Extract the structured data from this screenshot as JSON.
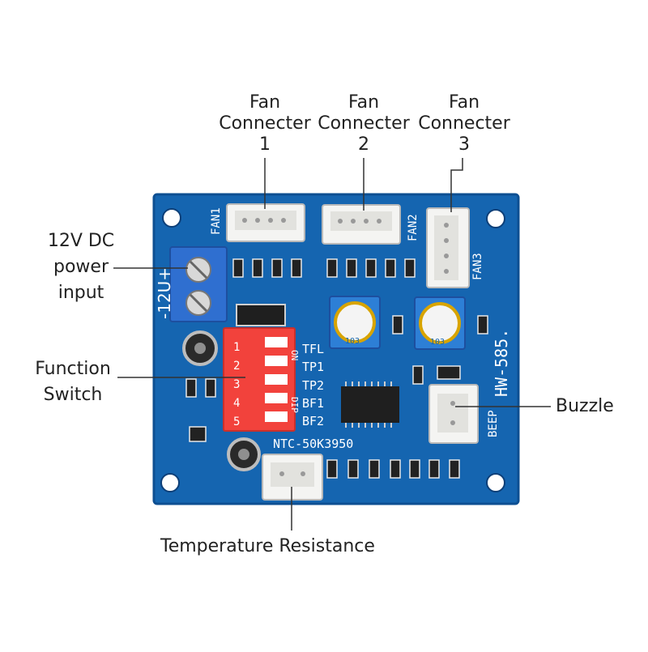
{
  "callouts": {
    "fan1": {
      "line1": "Fan",
      "line2": "Connecter",
      "line3": "1"
    },
    "fan2": {
      "line1": "Fan",
      "line2": "Connecter",
      "line3": "2"
    },
    "fan3": {
      "line1": "Fan",
      "line2": "Connecter",
      "line3": "3"
    },
    "power": {
      "line1": "12V DC",
      "line2": "power",
      "line3": "input"
    },
    "function_switch": {
      "line1": "Function",
      "line2": "Switch"
    },
    "buzzle": "Buzzle",
    "temperature": "Temperature Resistance"
  },
  "board": {
    "model": "HW-585.",
    "fan1_label": "FAN1",
    "fan2_label": "FAN2",
    "fan3_label": "FAN3",
    "power_label": "-12U+",
    "beep_label": "BEEP",
    "ntc_label": "NTC-50K3950",
    "dip": {
      "numbers": [
        "1",
        "2",
        "3",
        "4",
        "5"
      ],
      "on_label": "ON",
      "dip_label": "DIP",
      "functions": [
        "TFL",
        "TP1",
        "TP2",
        "BF1",
        "BF2"
      ]
    },
    "pot_label": "103"
  },
  "colors": {
    "pcb": "#1565b0",
    "pcb_edge": "#0d4f92",
    "terminal": "#2f6fd0",
    "dip_switch": "#f2423c",
    "connector": "#f4f4f2",
    "line": "#333333"
  }
}
